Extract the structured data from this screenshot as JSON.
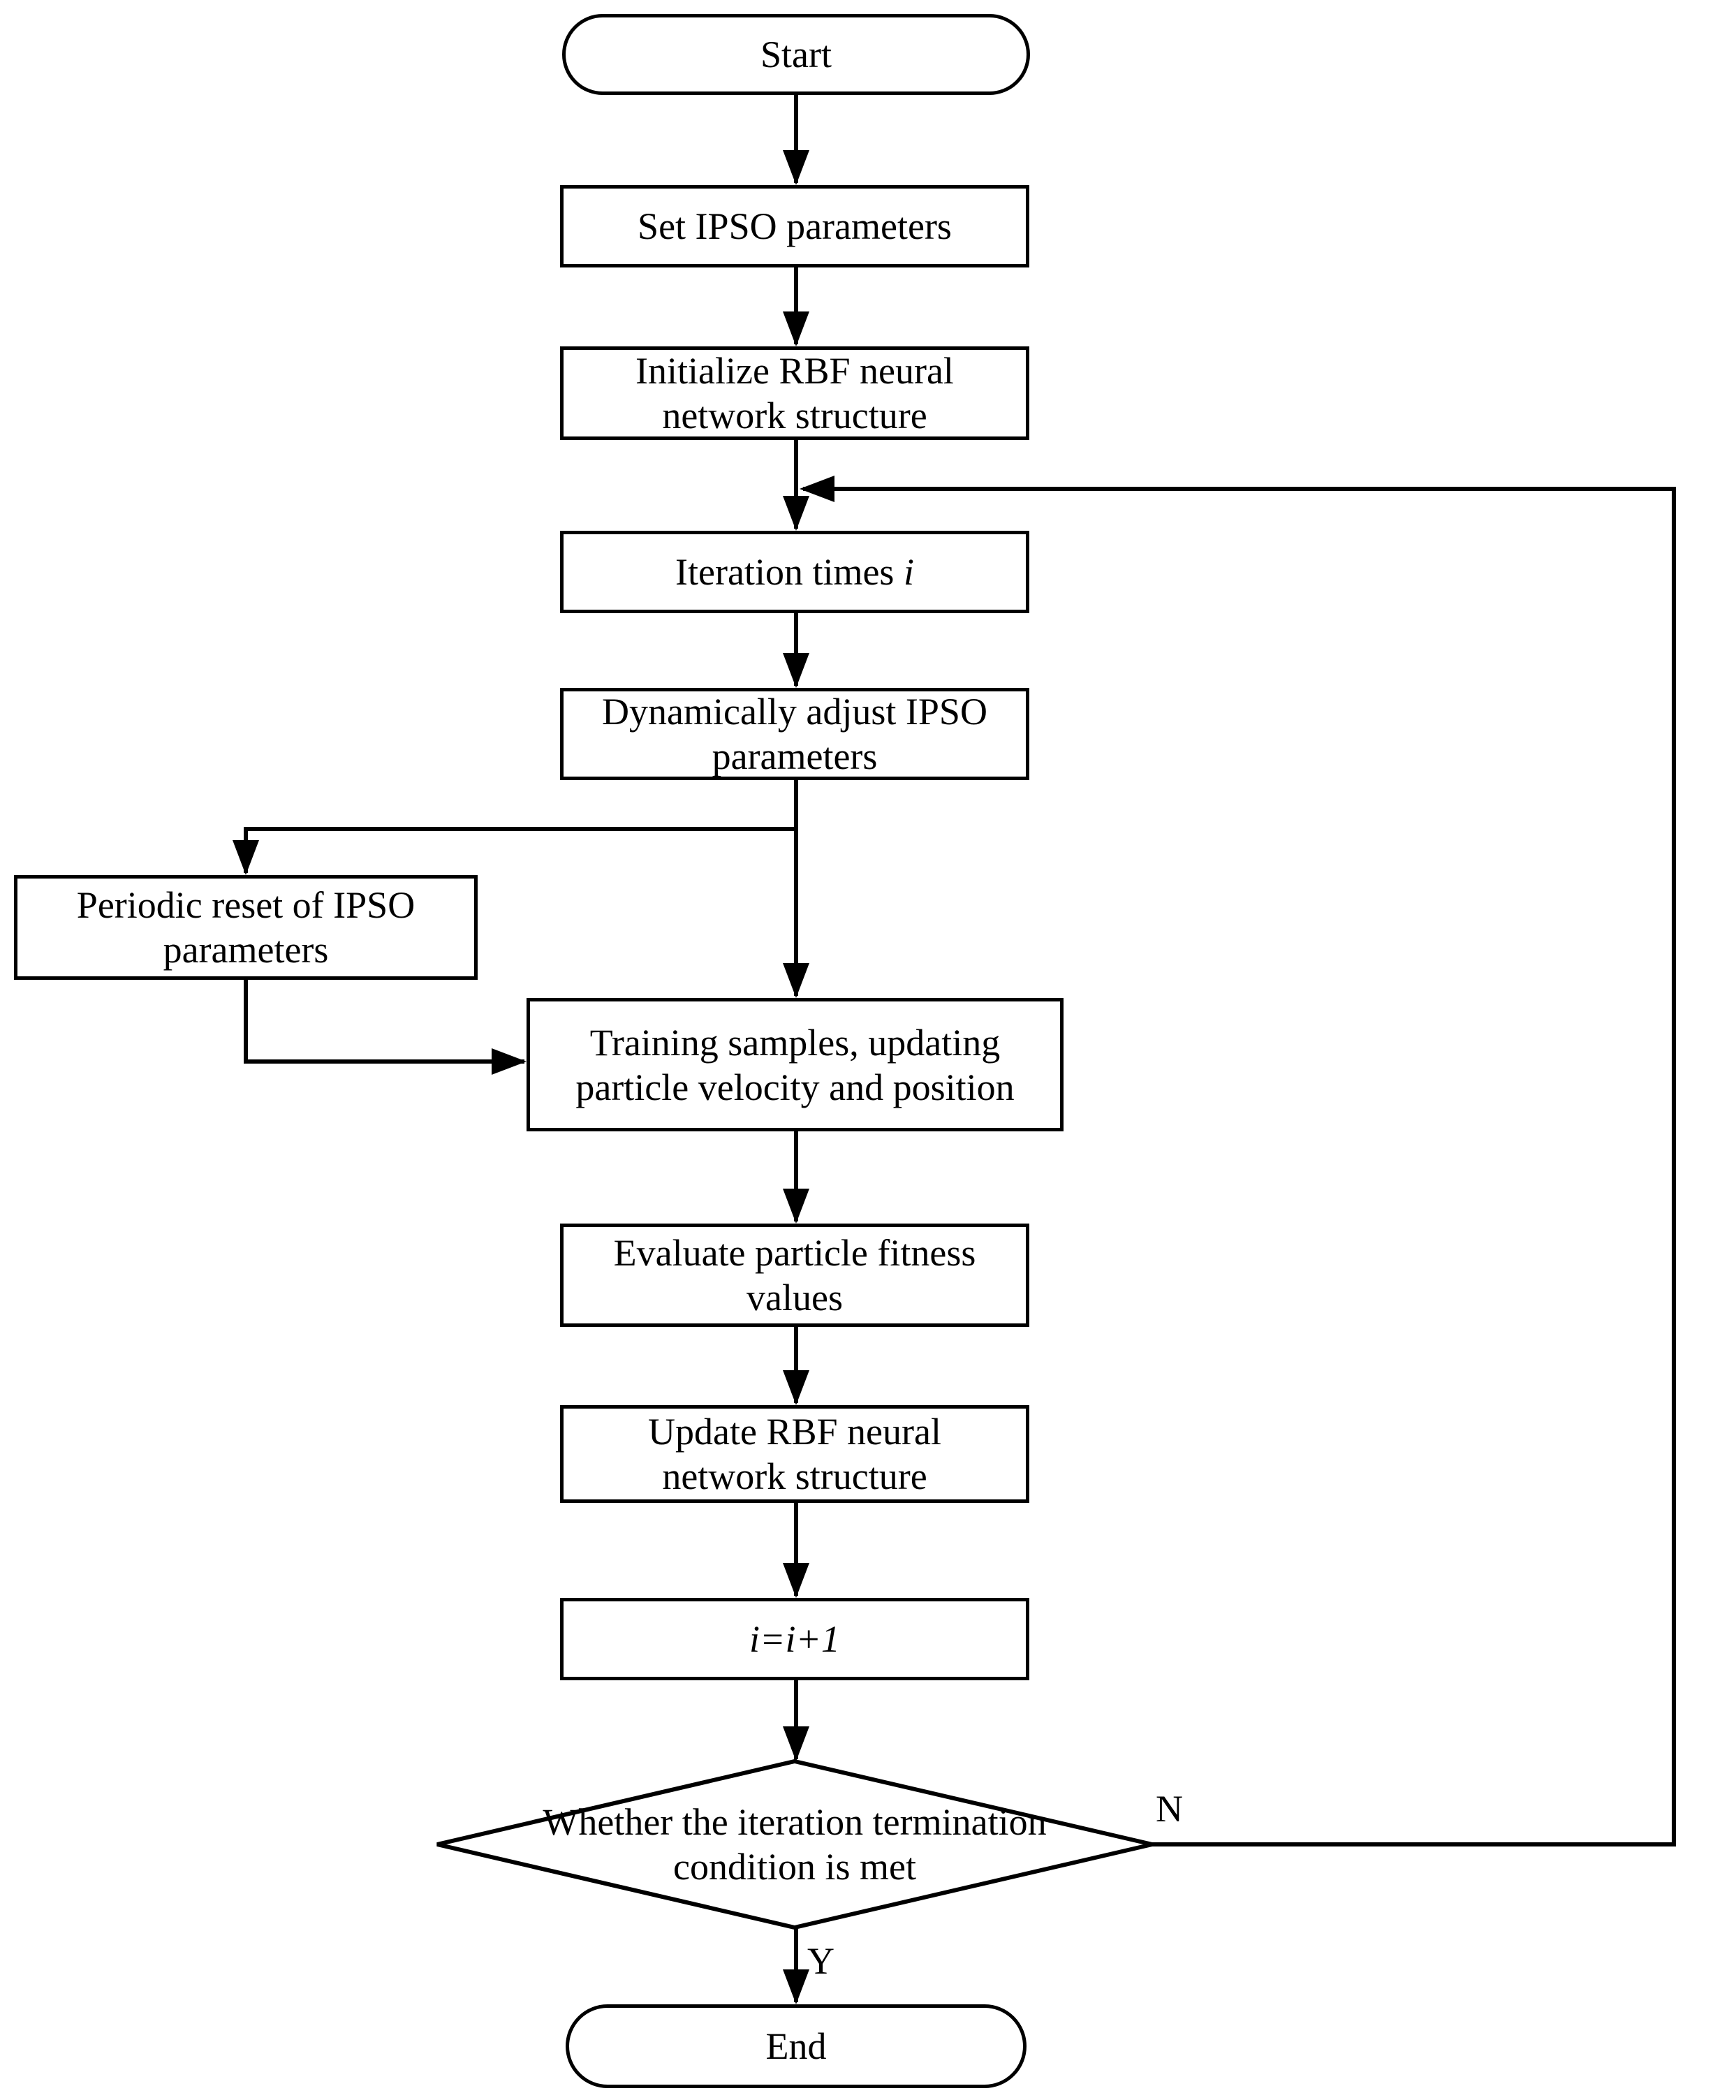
{
  "figure": {
    "type": "flowchart",
    "background_color": "#ffffff",
    "line_color": "#000000",
    "text_color": "#000000"
  },
  "nodes": {
    "start": {
      "label": "Start",
      "shape": "terminator"
    },
    "set_params": {
      "label": "Set IPSO parameters",
      "shape": "process"
    },
    "init_rbf": {
      "label": "Initialize RBF neural network structure",
      "shape": "process"
    },
    "iteration": {
      "label_prefix": "Iteration times ",
      "label_var": "i",
      "shape": "process"
    },
    "dyn_adjust": {
      "label": "Dynamically adjust IPSO parameters",
      "shape": "process"
    },
    "periodic_reset": {
      "label": "Periodic reset of IPSO parameters",
      "shape": "process"
    },
    "training": {
      "label": "Training samples, updating particle velocity and position",
      "shape": "process"
    },
    "evaluate": {
      "label": "Evaluate particle fitness values",
      "shape": "process"
    },
    "update_rbf": {
      "label": "Update RBF neural network structure",
      "shape": "process"
    },
    "increment": {
      "label": "i=i+1",
      "shape": "process"
    },
    "decision": {
      "label": "Whether the iteration termination condition is met",
      "shape": "decision"
    },
    "end": {
      "label": "End",
      "shape": "terminator"
    }
  },
  "edge_labels": {
    "no": "N",
    "yes": "Y"
  }
}
